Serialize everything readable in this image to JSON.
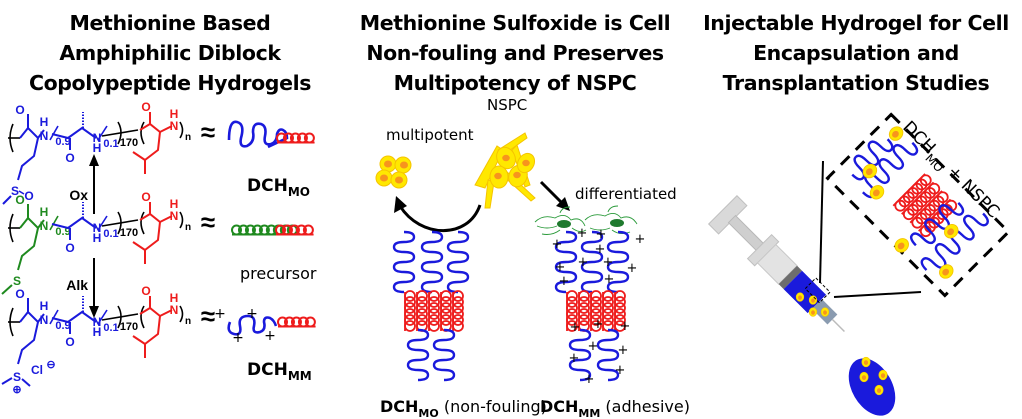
{
  "panels": {
    "left": {
      "title": [
        "Methionine Based",
        "Amphiphilic Diblock",
        "Copolypeptide Hydrogels"
      ],
      "rows": [
        {
          "label": "DCH",
          "subscript": "MO",
          "arrow_label": "Ox"
        },
        {
          "label": "precursor"
        },
        {
          "label": "DCH",
          "subscript": "MM",
          "arrow_label": "Alk"
        }
      ],
      "chem": {
        "oxygen": "O",
        "nh_h": "H",
        "nh_n": "N",
        "frac_a": "0.9",
        "frac_b": "0.1",
        "dp": "170",
        "n": "n",
        "approx": "≈",
        "sulfur": "S",
        "sulfoxide_o": "O",
        "chloride": "Cl",
        "minus": "⊖",
        "plus_circle": "⊕"
      },
      "colors": {
        "blue": "#1a1adc",
        "green": "#1f8a1f",
        "red": "#ee1c1c"
      }
    },
    "middle": {
      "title": [
        "Methionine Sulfoxide is Cell",
        "Non-fouling and Preserves",
        "Multipotency of NSPC"
      ],
      "nspc_label": "NSPC",
      "multipotent_label": "multipotent",
      "differentiated_label": "differentiated",
      "left_caption": {
        "main": "DCH",
        "sub": "MO",
        "note": " (non-fouling)"
      },
      "right_caption": {
        "main": "DCH",
        "sub": "MM",
        "note": " (adhesive)"
      },
      "charge_symbol": "+"
    },
    "right": {
      "title": [
        "Injectable Hydrogel for Cell",
        "Encapsulation and",
        "Transplantation Studies"
      ],
      "inset_label": {
        "main": "DCH",
        "sub": "MO",
        "suffix": " + NSPC"
      }
    }
  },
  "icons": [
    "polymer-coil-icon",
    "helix-icon",
    "nspc-cell-icon",
    "neuron-icon",
    "syringe-icon",
    "hydrogel-drop-icon",
    "reaction-arrow-icon"
  ],
  "colors": {
    "cell_yellow": "#ffe800",
    "cell_nucleus": "#f7941d",
    "syringe_gray": "#d9d9d9",
    "gel_blue": "#1a1adc",
    "neuron_green": "#1f8a3a"
  }
}
